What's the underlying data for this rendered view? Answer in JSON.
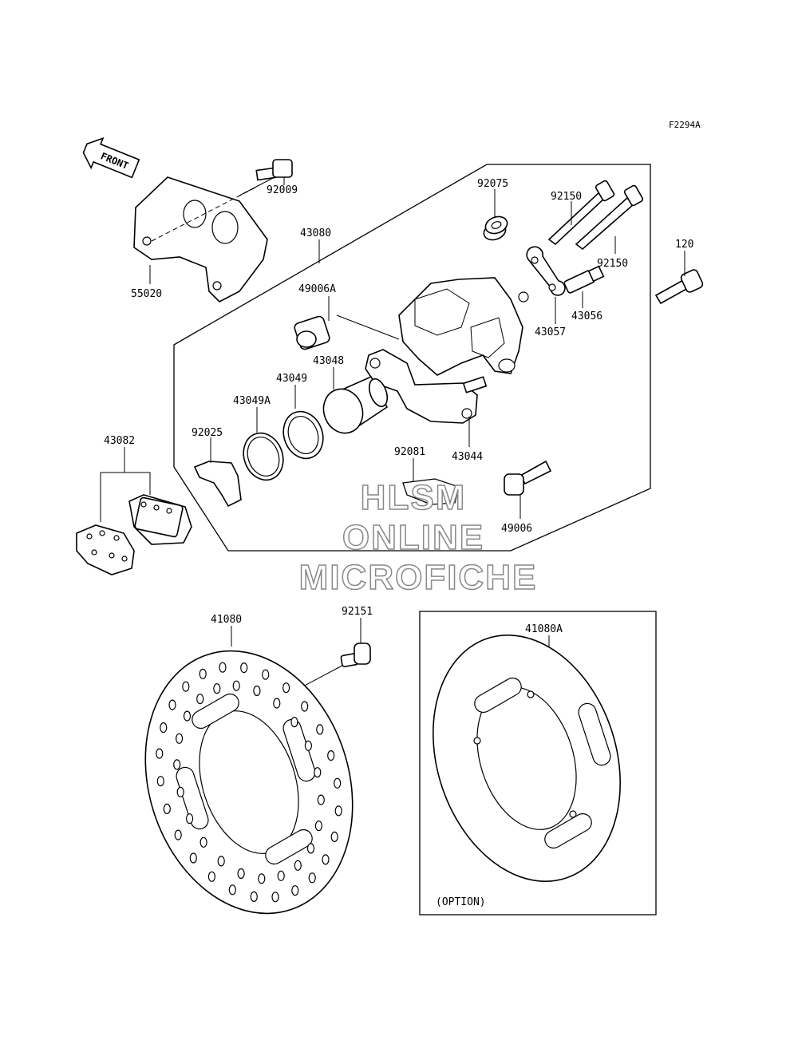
{
  "figure": {
    "id": "F2294A",
    "front_label": "FRONT",
    "option_label": "(OPTION)"
  },
  "watermark": [
    "HLSM",
    "ONLINE",
    "MICROFICHE"
  ],
  "parts": {
    "p92009": "92009",
    "p55020": "55020",
    "p43080": "43080",
    "p92075": "92075",
    "p92150a": "92150",
    "p92150b": "92150",
    "p120": "120",
    "p49006A": "49006A",
    "p43056": "43056",
    "p43057": "43057",
    "p43048": "43048",
    "p43049": "43049",
    "p43049A": "43049A",
    "p92025": "92025",
    "p43082": "43082",
    "p43044": "43044",
    "p92081": "92081",
    "p49006": "49006",
    "p41080": "41080",
    "p92151": "92151",
    "p41080A": "41080A"
  }
}
